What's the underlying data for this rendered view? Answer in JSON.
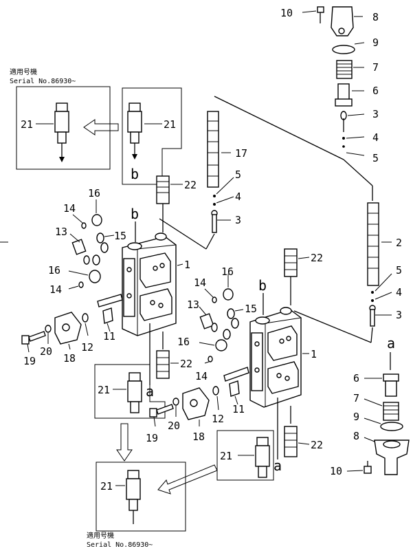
{
  "serial_top": {
    "jp": "適用号機",
    "serial": "Serial No.86930~"
  },
  "serial_bottom": {
    "jp": "適用号機",
    "serial": "Serial No.86930~"
  },
  "letters": {
    "b": "b",
    "a": "a"
  },
  "part_numbers": {
    "p1": "1",
    "p2": "2",
    "p3": "3",
    "p4": "4",
    "p5": "5",
    "p6": "6",
    "p7": "7",
    "p8": "8",
    "p9": "9",
    "p10": "10",
    "p11": "11",
    "p12": "12",
    "p13": "13",
    "p14": "14",
    "p15": "15",
    "p16": "16",
    "p17": "17",
    "p18": "18",
    "p19": "19",
    "p20": "20",
    "p21": "21",
    "p22": "22"
  }
}
